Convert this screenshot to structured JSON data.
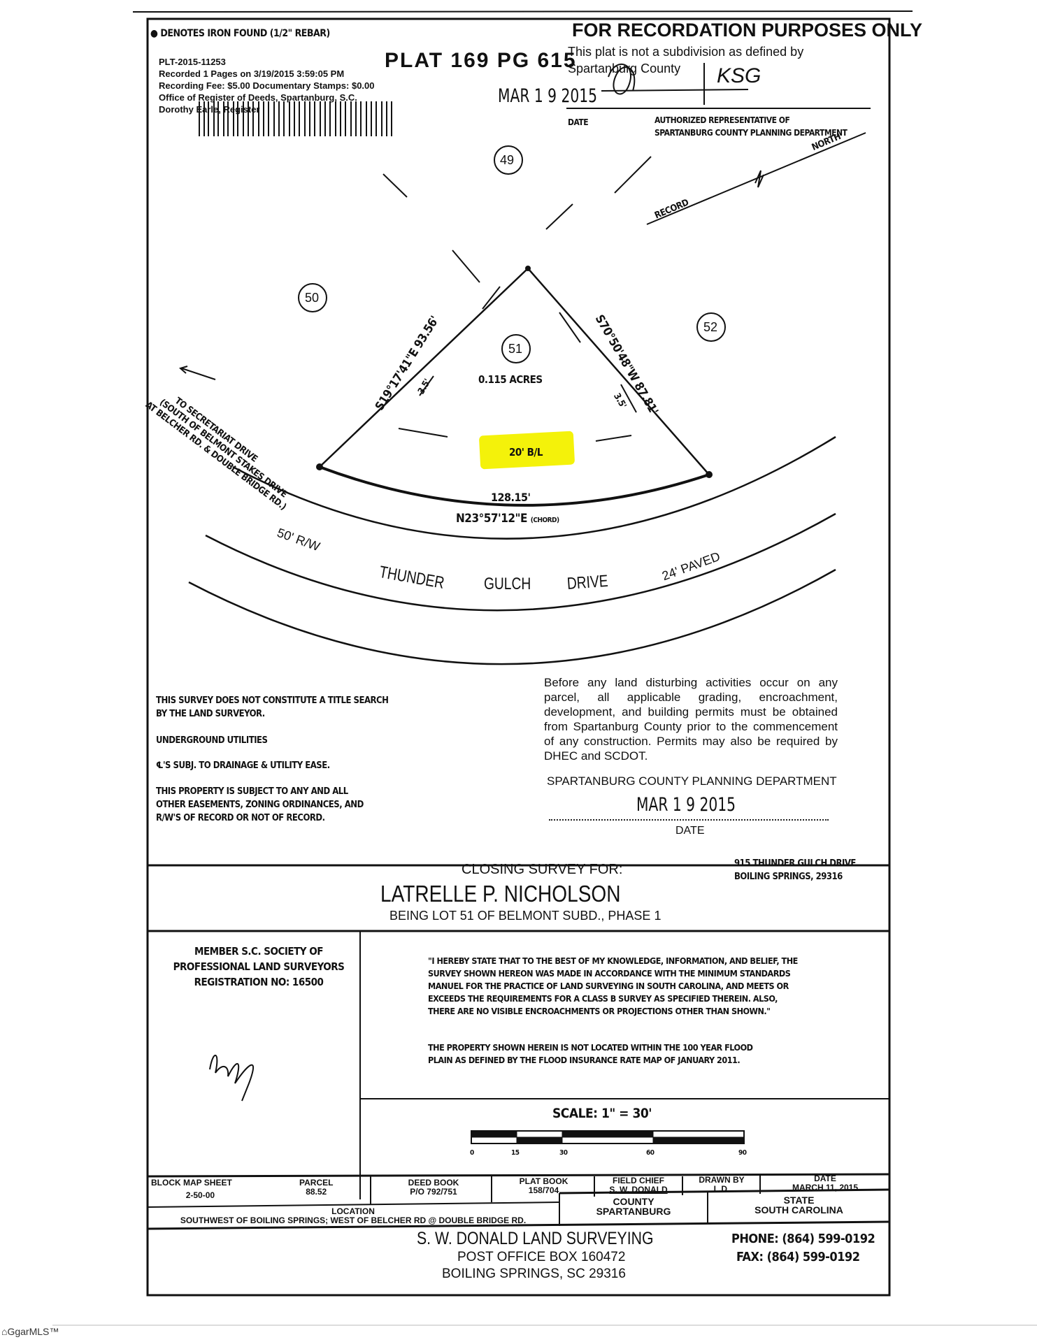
{
  "header": {
    "legend": "● DENOTES IRON FOUND (1/2\" REBAR)",
    "recording": {
      "doc_no": "PLT-2015-11253",
      "recorded": "Recorded 1 Pages on 3/19/2015 3:59:05 PM",
      "fee": "Recording Fee: $5.00 Documentary Stamps: $0.00",
      "office": "Office of Register of Deeds, Spartanburg, S.C.",
      "register": "Dorothy Earle, Register"
    },
    "plat_stamp": "PLAT 169 PG 615",
    "recordation_title": "FOR RECORDATION PURPOSES ONLY",
    "recordation_text": "This plat is not a subdivision as defined by Spartanburg County",
    "stamp_date": "MAR 1 9 2015",
    "date_label": "DATE",
    "rep_label_1": "AUTHORIZED REPRESENTATIVE OF",
    "rep_label_2": "SPARTANBURG COUNTY PLANNING DEPARTMENT",
    "initials": "KSG"
  },
  "plat": {
    "north_label": "NORTH",
    "record_label": "RECORD",
    "lots": [
      "49",
      "50",
      "51",
      "52"
    ],
    "area": "0.115 ACRES",
    "building_line": "20' B/L",
    "left_bearing": "S19°17'41\"E 93.56'",
    "right_bearing": "S70°50'48\"W 87.81'",
    "left_offset": "3.5'",
    "right_offset": "3.5'",
    "arc_length": "128.15'",
    "chord": "N23°57'12\"E",
    "chord_note": "(CHORD)",
    "road_direction": [
      "TO SECRETARIAT DRIVE",
      "(SOUTH OF BELMONT STAKES DRIVE",
      "AT BELCHER RD. & DOUBLE BRIDGE RD.)"
    ],
    "row": "50' R/W",
    "street": [
      "THUNDER",
      "GULCH",
      "DRIVE"
    ],
    "paved": "24' PAVED"
  },
  "notes": {
    "left": [
      "THIS SURVEY DOES NOT CONSTITUTE A TITLE SEARCH",
      "BY THE LAND SURVEYOR.",
      "UNDERGROUND UTILITIES",
      "℄'S SUBJ. TO DRAINAGE & UTILITY EASE.",
      "THIS PROPERTY IS SUBJECT TO ANY AND ALL",
      "OTHER EASEMENTS, ZONING ORDINANCES, AND",
      "R/W'S OF RECORD OR NOT OF RECORD."
    ],
    "permits": "Before any land disturbing activities occur on any parcel, all applicable grading, encroachment, development, and building permits must be obtained from Spartanburg County prior to the commencement of any construction.  Permits may also be required by DHEC and SCDOT.",
    "dept": "SPARTANBURG COUNTY PLANNING DEPARTMENT",
    "dept_date": "MAR 1 9 2015",
    "dept_date_label": "DATE"
  },
  "title_block": {
    "closing_for": "CLOSING SURVEY FOR:",
    "client": "LATRELLE P. NICHOLSON",
    "lot_desc": "BEING LOT 51 OF BELMONT SUBD., PHASE 1",
    "address_1": "915 THUNDER GULCH DRIVE",
    "address_2": "BOILING SPRINGS, 29316",
    "member": [
      "MEMBER S.C. SOCIETY OF",
      "PROFESSIONAL LAND SURVEYORS",
      "REGISTRATION NO:     16500"
    ],
    "certification": "\"I HEREBY STATE THAT TO THE BEST OF MY KNOWLEDGE, INFORMATION, AND BELIEF, THE SURVEY SHOWN HEREON WAS MADE IN ACCORDANCE WITH THE MINIMUM STANDARDS MANUEL FOR THE PRACTICE OF LAND SURVEYING IN SOUTH CAROLINA, AND MEETS OR EXCEEDS THE REQUIREMENTS FOR A CLASS B SURVEY AS SPECIFIED THEREIN. ALSO, THERE ARE NO VISIBLE ENCROACHMENTS OR PROJECTIONS OTHER THAN SHOWN.\"",
    "flood": "THE PROPERTY SHOWN HEREIN IS NOT LOCATED WITHIN THE 100 YEAR FLOOD PLAIN AS DEFINED BY THE FLOOD INSURANCE RATE MAP OF JANUARY 2011.",
    "scale": "SCALE:  1\" = 30'",
    "scale_ticks": [
      "0",
      "15",
      "30",
      "60",
      "90"
    ]
  },
  "info_table": {
    "block_map_label": "BLOCK MAP SHEET",
    "block_map": "2-50-00",
    "parcel_label": "PARCEL",
    "parcel": "88.52",
    "deed_label": "DEED BOOK",
    "deed": "P/O 792/751",
    "plat_label": "PLAT BOOK",
    "plat": "158/704",
    "field_label": "FIELD CHIEF",
    "field": "S. W. DONALD",
    "drawn_label": "DRAWN BY",
    "drawn": "L.D.",
    "date_label": "DATE",
    "date": "MARCH 11, 2015",
    "location_label": "LOCATION",
    "location": "SOUTHWEST OF BOILING SPRINGS; WEST OF BELCHER RD @ DOUBLE BRIDGE RD.",
    "county_label": "COUNTY",
    "county": "SPARTANBURG",
    "state_label": "STATE",
    "state": "SOUTH CAROLINA"
  },
  "firm": {
    "name": "S. W. DONALD LAND SURVEYING",
    "po": "POST OFFICE BOX 160472",
    "city": "BOILING SPRINGS,  SC  29316",
    "phone": "PHONE:  (864) 599-0192",
    "fax": "FAX:   (864) 599-0192"
  },
  "watermark": "GgarMLS™",
  "colors": {
    "highlight": "#f4f20a",
    "ink": "#111111"
  }
}
